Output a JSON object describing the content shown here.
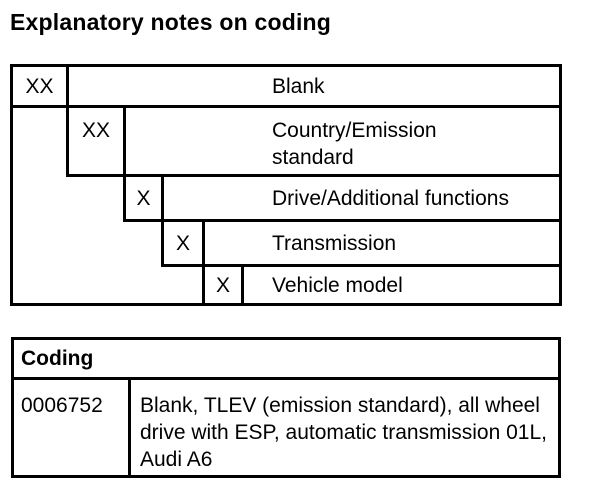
{
  "page": {
    "background_color": "#ffffff",
    "text_color": "#000000",
    "border_color": "#000000"
  },
  "title": "Explanatory notes on coding",
  "coding_structure": {
    "rows": [
      {
        "code": "XX",
        "label": "Blank"
      },
      {
        "code": "XX",
        "label": "Country/Emission standard"
      },
      {
        "code": "X",
        "label": "Drive/Additional functions"
      },
      {
        "code": "X",
        "label": "Transmission"
      },
      {
        "code": "X",
        "label": "Vehicle model"
      }
    ]
  },
  "coding_table": {
    "header": "Coding",
    "rows": [
      {
        "value": "0006752",
        "description": "Blank, TLEV (emission standard), all wheel drive with ESP, automatic transmission 01L, Audi A6"
      }
    ]
  }
}
